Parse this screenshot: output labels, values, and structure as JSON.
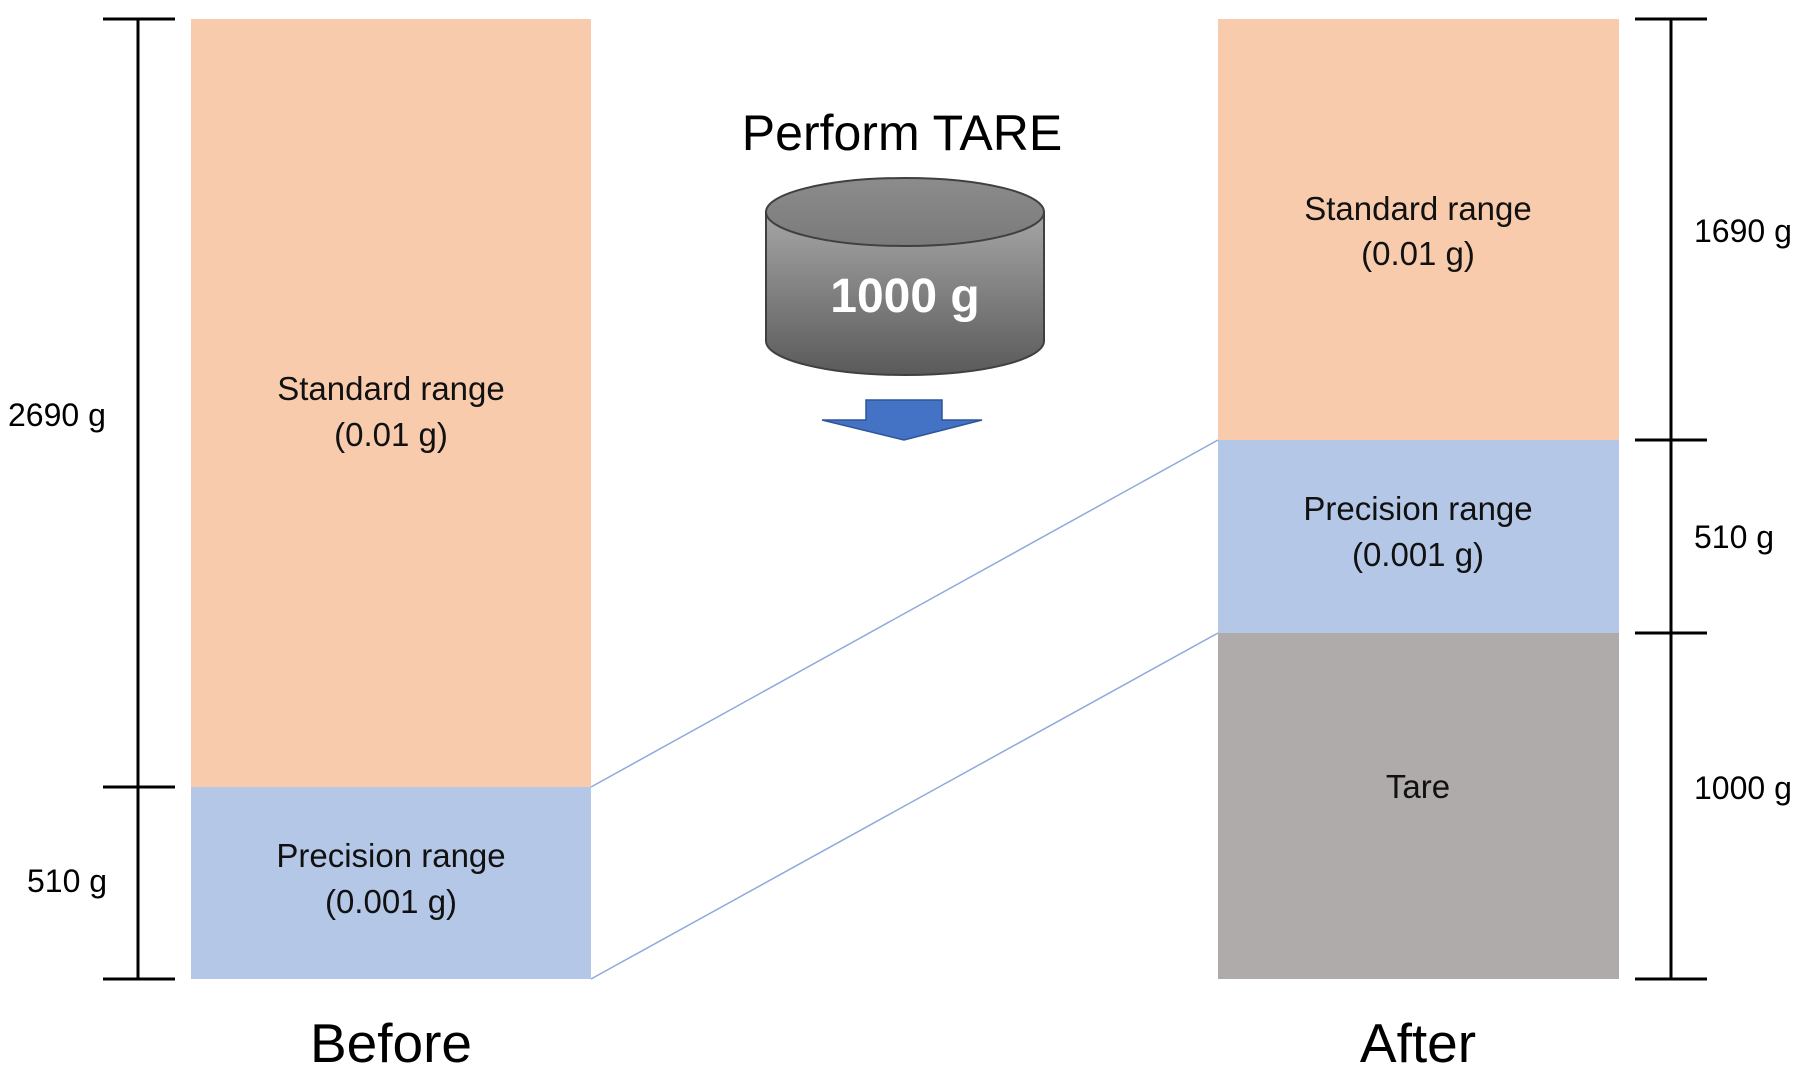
{
  "title": "Perform TARE",
  "weight_label": "1000 g",
  "colors": {
    "standard": "#f7cbac",
    "precision": "#b4c7e7",
    "tare": "#afabab",
    "arrow": "#4472c4",
    "connector": "#8faadc",
    "weight_dark": "#5a5a5a",
    "weight_light": "#a6a6a6"
  },
  "before": {
    "label": "Before",
    "standard": {
      "name": "Standard range",
      "resolution": "(0.01 g)"
    },
    "precision": {
      "name": "Precision range",
      "resolution": "(0.001 g)"
    },
    "dimensions": {
      "total": "2690 g",
      "precision": "510 g"
    }
  },
  "after": {
    "label": "After",
    "standard": {
      "name": "Standard range",
      "resolution": "(0.01 g)"
    },
    "precision": {
      "name": "Precision range",
      "resolution": "(0.001 g)"
    },
    "tare": {
      "name": "Tare"
    },
    "dimensions": {
      "standard": "1690 g",
      "precision": "510 g",
      "tare": "1000 g"
    }
  }
}
